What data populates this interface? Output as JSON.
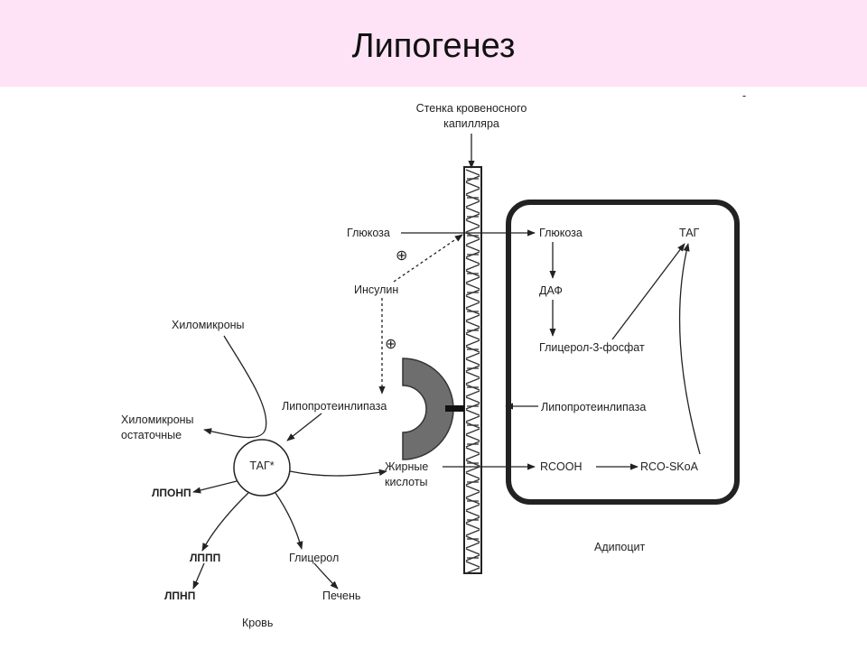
{
  "slide": {
    "title": "Липогенез",
    "marker": "-"
  },
  "labels": {
    "capillary_wall_1": "Стенка кровеносного",
    "capillary_wall_2": "капилляра",
    "glucose_blood": "Глюкоза",
    "insulin": "Инсулин",
    "plus_sign": "⊕",
    "chylomicrons": "Хиломикроны",
    "chylomicrons_remnant_1": "Хиломикроны",
    "chylomicrons_remnant_2": "остаточные",
    "lpl_blood": "Липопротеинлипаза",
    "tag_blood": "ТАГ*",
    "fatty_acids_1": "Жирные",
    "fatty_acids_2": "кислоты",
    "vldl": "ЛПОНП",
    "idl": "ЛППП",
    "ldl": "ЛПНП",
    "glycerol": "Глицерол",
    "liver": "Печень",
    "blood": "Кровь",
    "glucose_cell": "Глюкоза",
    "tag_cell": "ТАГ",
    "dap": "ДАФ",
    "glycerol_3_phosphate": "Глицерол-3-фосфат",
    "lpl_cell": "Липопротеинлипаза",
    "rcooh": "RCOOH",
    "rco_skoa": "RCO-SKoA",
    "adipocyte": "Адипоцит"
  },
  "colors": {
    "title_bar": "#fde3f5",
    "enzyme": "#6e6e6e",
    "ink": "#222222"
  }
}
